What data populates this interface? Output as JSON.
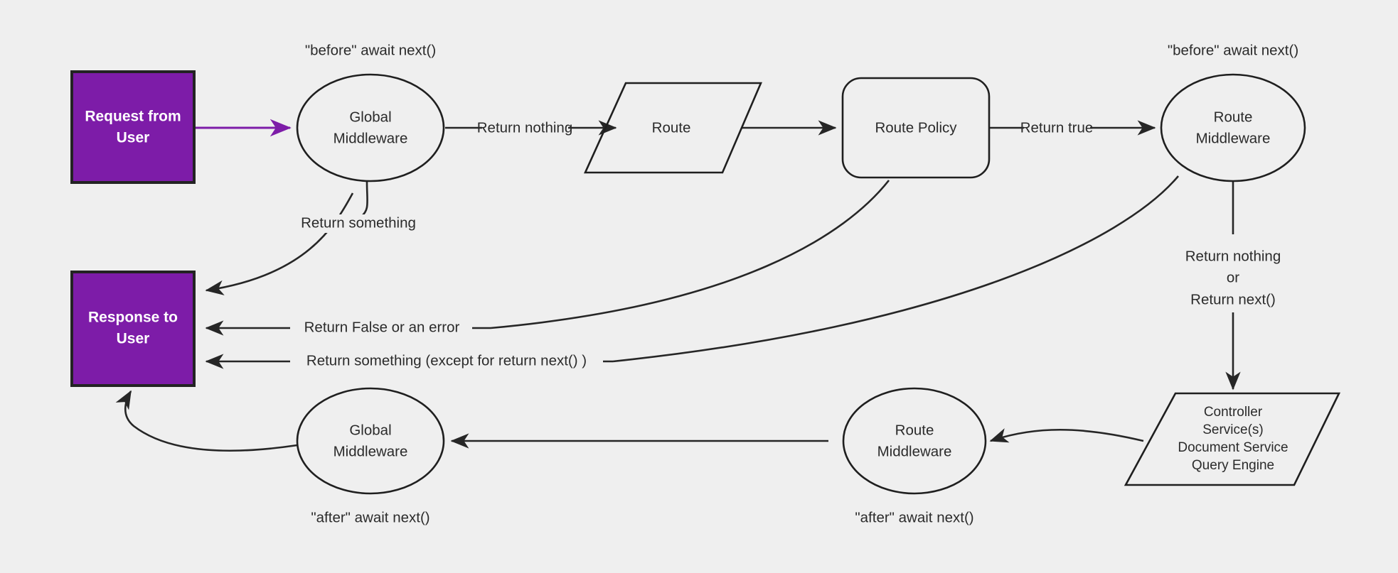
{
  "diagram": {
    "title": "Request lifecycle middleware flow",
    "background_color": "#efefef",
    "accent_color": "#7D1CA8",
    "stroke_color": "#1f1f1f"
  },
  "nodes": {
    "request_from_user": {
      "line1": "Request from",
      "line2": "User",
      "shape": "rectangle",
      "fill": "#7D1CA8"
    },
    "response_to_user": {
      "line1": "Response to",
      "line2": "User",
      "shape": "rectangle",
      "fill": "#7D1CA8"
    },
    "global_middleware_before": {
      "line1": "Global",
      "line2": "Middleware",
      "shape": "ellipse"
    },
    "route": {
      "line1": "Route",
      "shape": "parallelogram"
    },
    "route_policy": {
      "line1": "Route Policy",
      "shape": "rounded-rectangle"
    },
    "route_middleware_before": {
      "line1": "Route",
      "line2": "Middleware",
      "shape": "ellipse"
    },
    "controller_group": {
      "line1": "Controller",
      "line2": "Service(s)",
      "line3": "Document Service",
      "line4": "Query Engine",
      "shape": "parallelogram"
    },
    "route_middleware_after": {
      "line1": "Route",
      "line2": "Middleware",
      "shape": "ellipse"
    },
    "global_middleware_after": {
      "line1": "Global",
      "line2": "Middleware",
      "shape": "ellipse"
    }
  },
  "annotations": {
    "before_global": "\"before\" await next()",
    "before_route_mw": "\"before\" await next()",
    "after_global": "\"after\" await next()",
    "after_route_mw": "\"after\" await next()"
  },
  "edges": {
    "request_to_global": {
      "label": "",
      "color": "#7D1CA8"
    },
    "global_return_nothing": {
      "label": "Return nothing"
    },
    "route_to_policy": {
      "label": ""
    },
    "policy_return_true": {
      "label": "Return true"
    },
    "global_return_something": {
      "label": "Return something"
    },
    "policy_return_false": {
      "label": "Return False or an error"
    },
    "route_mw_return_something": {
      "label": "Return something (except for return next() )"
    },
    "route_mw_return_nothing_line1": "Return nothing",
    "route_mw_return_nothing_line2": "or",
    "route_mw_return_nothing_line3": "Return next()",
    "controller_to_route_mw_after": {
      "label": ""
    },
    "route_mw_after_to_global_after": {
      "label": ""
    },
    "global_after_to_response": {
      "label": ""
    }
  }
}
